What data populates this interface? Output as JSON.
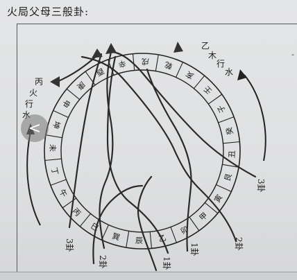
{
  "title": "火局父母三般卦:",
  "ring": [
    "卯",
    "乙",
    "辰",
    "巽",
    "巳",
    "丙",
    "午",
    "丁",
    "未",
    "坤",
    "申",
    "庚",
    "酉",
    "辛",
    "戌",
    "乾",
    "亥",
    "壬",
    "子",
    "癸",
    "丑",
    "艮",
    "寅",
    "甲"
  ],
  "annotations": {
    "left_label": [
      "丙",
      "火",
      "行",
      "水"
    ],
    "right_label": [
      "乙",
      "木",
      "行",
      "水"
    ],
    "gua3_left": "3卦",
    "gua2_left": "2卦",
    "gua1_a": "1卦",
    "gua1_b": "1卦",
    "gua2_right": "2卦",
    "gua3_right": "3卦"
  },
  "nav": {
    "prev_icon": "chevron-left-icon",
    "prev_glyph": "<"
  },
  "edge_mark": "-",
  "colors": {
    "ink": "#1a1a1a",
    "paper": "#e2e3e4"
  }
}
